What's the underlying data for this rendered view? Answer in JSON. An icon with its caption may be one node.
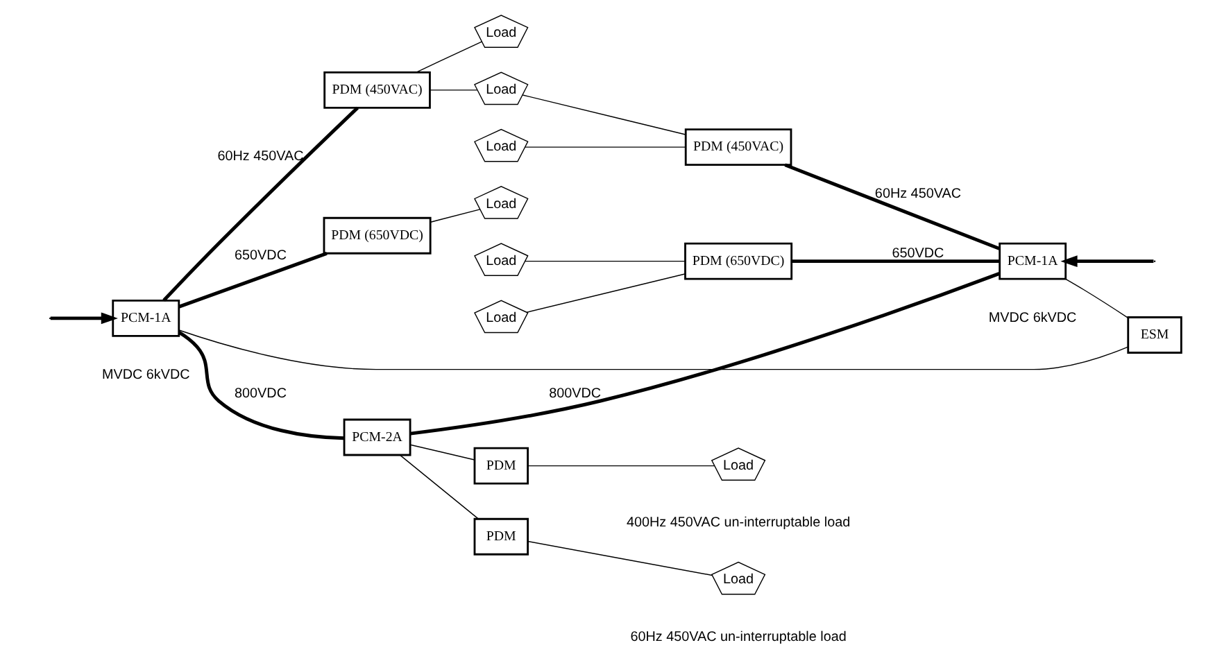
{
  "diagram": {
    "nodes": [
      {
        "text": [
          "PCM-1A"
        ],
        "beside": [
          "MVDC 6kVDC"
        ]
      },
      {
        "text": [
          "PDM (450VAC)"
        ]
      },
      {
        "text": [
          "Load"
        ]
      },
      {
        "text": [
          "Load"
        ]
      },
      {
        "text": [
          "PDM (450VAC)"
        ]
      },
      {
        "text": [
          "Load"
        ]
      },
      {
        "text": [
          "PDM (650VDC)"
        ]
      },
      {
        "text": [
          "Load"
        ]
      },
      {
        "text": [
          "Load"
        ]
      },
      {
        "text": [
          "PDM (650VDC)"
        ]
      },
      {
        "text": [
          "PCM-1A"
        ],
        "beside": [
          "MVDC 6kVDC"
        ]
      },
      {
        "text": [
          "Load"
        ]
      },
      {
        "text": [
          "ESM"
        ]
      },
      {
        "text": [
          "PCM-2A"
        ]
      },
      {
        "text": [
          "PDM"
        ]
      },
      {
        "text": [
          "PDM"
        ]
      },
      {
        "text": [
          "Load"
        ],
        "beside": [
          "400Hz 450VAC un-interruptable load"
        ]
      },
      {
        "text": [
          "Load"
        ],
        "beside": [
          "60Hz 450VAC un-interruptable load"
        ]
      }
    ],
    "edges": [
      {
        "from": null,
        "to": 0,
        "arrow": "to",
        "style": "thick"
      },
      {
        "from": null,
        "to": 10,
        "arrow": "to",
        "style": "thick"
      },
      {
        "from": 0,
        "to": 1,
        "arrow": "none",
        "label": "60Hz 450VAC",
        "style": "thick"
      },
      {
        "from": 10,
        "to": 4,
        "arrow": "none",
        "label": "60Hz 450VAC",
        "style": "thick"
      },
      {
        "from": 1,
        "to": 2,
        "arrow": "none"
      },
      {
        "from": 3,
        "to": 4,
        "arrow": "none"
      },
      {
        "from": 1,
        "to": 5,
        "arrow": "none"
      },
      {
        "from": 5,
        "to": 4,
        "arrow": "none"
      },
      {
        "from": 0,
        "to": 6,
        "arrow": "none",
        "label": "650VDC",
        "style": "thick"
      },
      {
        "from": 10,
        "to": 9,
        "arrow": "none",
        "label": "650VDC",
        "style": "thick"
      },
      {
        "from": 6,
        "to": 7,
        "arrow": "none"
      },
      {
        "from": 8,
        "to": 9,
        "arrow": "none"
      },
      {
        "from": 11,
        "to": 9,
        "arrow": "none"
      },
      {
        "from": 0,
        "to": 12,
        "arrow": "none"
      },
      {
        "from": 12,
        "to": 10,
        "arrow": "none"
      },
      {
        "from": 0,
        "to": 13,
        "arrow": "none",
        "label": "800VDC",
        "style": "thick"
      },
      {
        "from": 10,
        "to": 13,
        "arrow": "none",
        "label": "800VDC",
        "style": "thick"
      },
      {
        "from": 13,
        "to": 14,
        "arrow": "none"
      },
      {
        "from": 13,
        "to": 15,
        "arrow": "none"
      },
      {
        "from": 14,
        "to": 16,
        "arrow": "none"
      },
      {
        "from": 15,
        "to": 17,
        "arrow": "none"
      }
    ]
  }
}
